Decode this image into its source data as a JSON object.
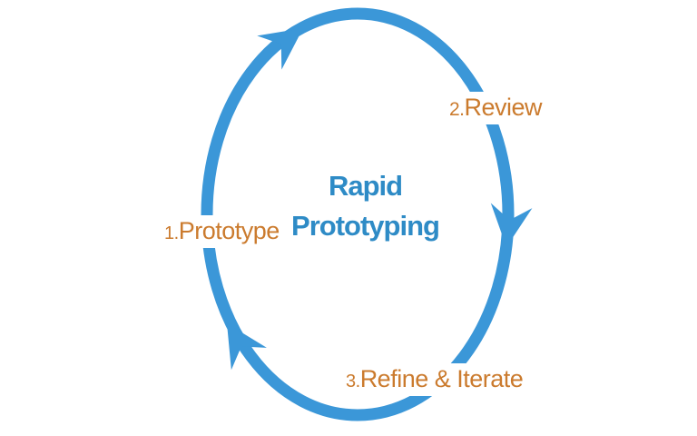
{
  "title": {
    "line1": "Rapid",
    "line2": "Prototyping"
  },
  "steps": [
    {
      "number": "1.",
      "label": "Prototype"
    },
    {
      "number": "2.",
      "label": "Review"
    },
    {
      "number": "3.",
      "label": "Refine & Iterate"
    }
  ],
  "diagram": {
    "type": "cycle",
    "direction": "clockwise",
    "arrow_count": 3
  },
  "colors": {
    "cycle_blue": "#3b97d8",
    "title_blue": "#2e8bc6",
    "step_orange": "#cb7b2e",
    "background": "#ffffff"
  }
}
